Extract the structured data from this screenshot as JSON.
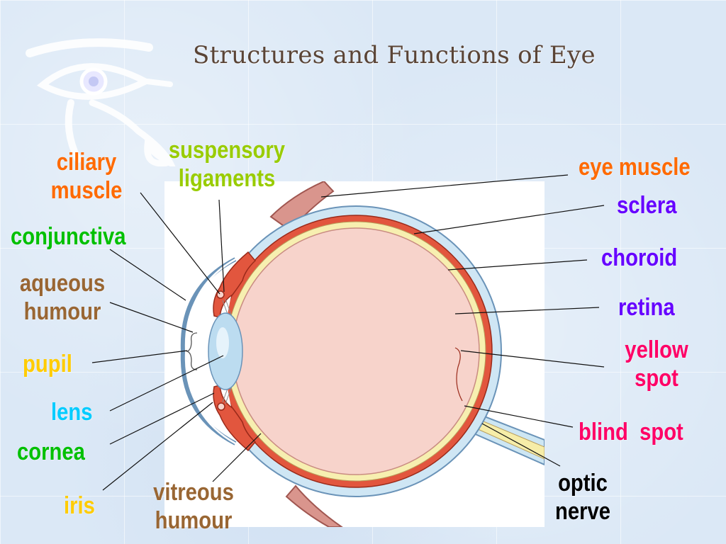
{
  "title": "Structures and Functions of Eye",
  "colors": {
    "orange": "#ff6a00",
    "green": "#00c000",
    "lime": "#99cc00",
    "brown": "#996633",
    "yellow": "#ffcc00",
    "cyan": "#00ccff",
    "violet": "#6600ff",
    "magenta": "#ff0066",
    "black": "#000000"
  },
  "labels": {
    "ciliary_muscle": [
      "ciliary",
      "muscle"
    ],
    "suspensory_ligaments": [
      "suspensory",
      "ligaments"
    ],
    "conjunctiva": "conjunctiva",
    "aqueous_humour": [
      "aqueous",
      "humour"
    ],
    "pupil": "pupil",
    "lens": "lens",
    "cornea": "cornea",
    "iris": "iris",
    "vitreous_humour": [
      "vitreous",
      "humour"
    ],
    "eye_muscle": "eye muscle",
    "sclera": "sclera",
    "choroid": "choroid",
    "retina": "retina",
    "yellow_spot": [
      "yellow",
      "spot"
    ],
    "blind_spot": "blind  spot",
    "optic_nerve": [
      "optic",
      "nerve"
    ]
  },
  "icons": {
    "logo": "eye-of-horus-icon"
  }
}
